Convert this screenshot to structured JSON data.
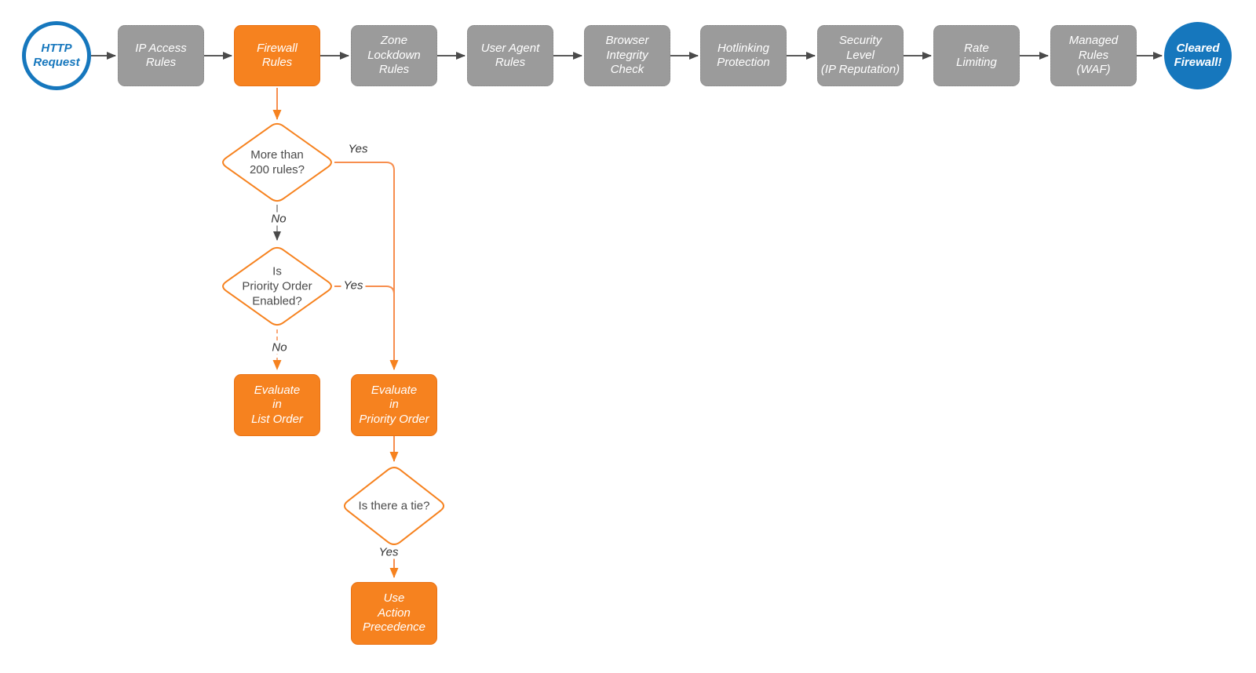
{
  "flow": {
    "start": {
      "label": "HTTP\nRequest"
    },
    "end": {
      "label": "Cleared\nFirewall!"
    },
    "steps": [
      {
        "label": "IP Access\nRules"
      },
      {
        "label": "Firewall\nRules",
        "highlighted": true
      },
      {
        "label": "Zone\nLockdown\nRules"
      },
      {
        "label": "User Agent\nRules"
      },
      {
        "label": "Browser\nIntegrity\nCheck"
      },
      {
        "label": "Hotlinking\nProtection"
      },
      {
        "label": "Security\nLevel\n(IP Reputation)"
      },
      {
        "label": "Rate\nLimiting"
      },
      {
        "label": "Managed\nRules\n(WAF)"
      }
    ],
    "decisions": [
      {
        "label": "More than\n200 rules?",
        "yes_label": "Yes",
        "no_label": "No"
      },
      {
        "label": "Is\nPriority Order\nEnabled?",
        "yes_label": "Yes",
        "no_label": "No"
      },
      {
        "label": "Is there a tie?",
        "yes_label": "Yes"
      }
    ],
    "outcomes": [
      {
        "label": "Evaluate\nin\nList Order"
      },
      {
        "label": "Evaluate\nin\nPriority Order"
      },
      {
        "label": "Use\nAction\nPrecedence"
      }
    ],
    "colors": {
      "accent_orange": "#f6821f",
      "connector_orange": "#f78e4e",
      "node_gray": "#9b9b9b",
      "brand_blue": "#1677bd",
      "connector_gray": "#5a5a5a",
      "diamond_text": "#4a4a4a"
    }
  }
}
